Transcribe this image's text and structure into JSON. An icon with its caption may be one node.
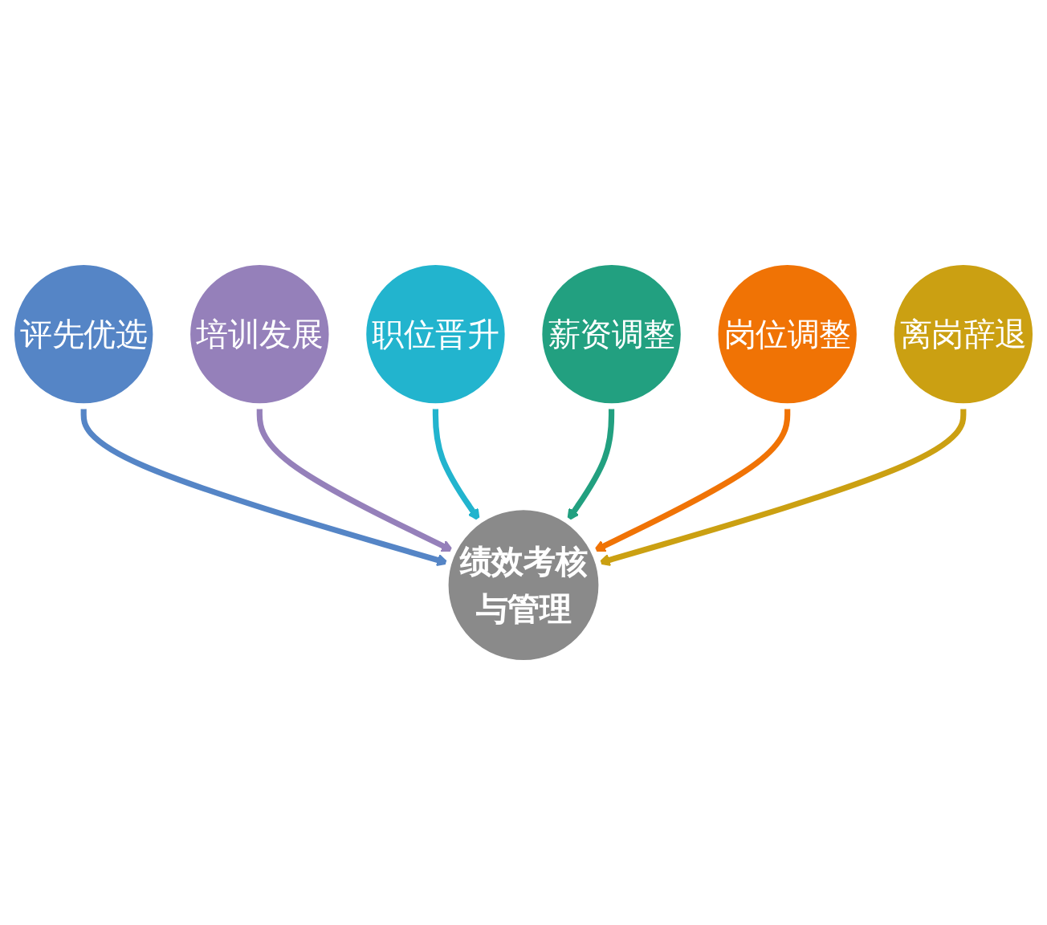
{
  "diagram": {
    "nodes": [
      {
        "text": [
          "评先优选"
        ]
      },
      {
        "text": [
          "培训发展"
        ]
      },
      {
        "text": [
          "职位晋升"
        ]
      },
      {
        "text": [
          "绩效考核与管理"
        ]
      },
      {
        "text": [
          "薪资调整"
        ]
      },
      {
        "text": [
          "岗位调整"
        ]
      },
      {
        "text": [
          "离岗辞退"
        ]
      }
    ],
    "edges": [
      {
        "from": 0,
        "to": 3,
        "arrow": "to",
        "color": "#5585c6"
      },
      {
        "from": 1,
        "to": 3,
        "arrow": "to",
        "color": "#9580ba"
      },
      {
        "from": 2,
        "to": 3,
        "arrow": "to",
        "color": "#22b4ce"
      },
      {
        "from": 4,
        "to": 3,
        "arrow": "to",
        "color": "#22a080"
      },
      {
        "from": 5,
        "to": 3,
        "arrow": "to",
        "color": "#f07305"
      },
      {
        "from": 6,
        "to": 3,
        "arrow": "to",
        "color": "#cba012"
      }
    ]
  }
}
